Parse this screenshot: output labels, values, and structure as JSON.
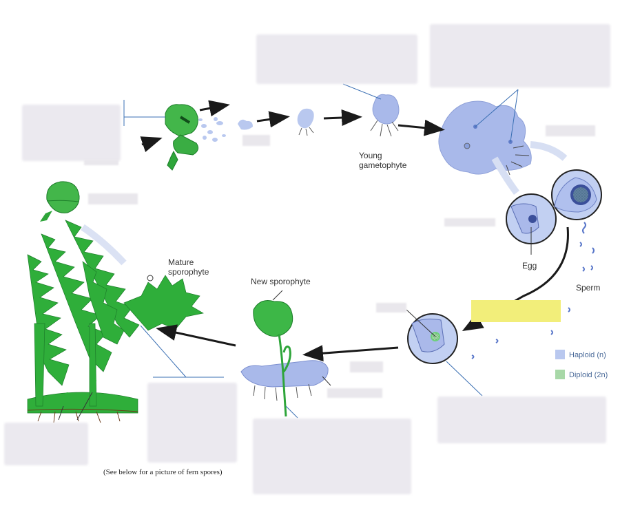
{
  "labels": {
    "young_gametophyte": "Young\ngametophyte",
    "mature_sporophyte": "Mature\nsporophyte",
    "new_sporophyte": "New sporophyte",
    "egg": "Egg",
    "sperm": "Sperm"
  },
  "legend": {
    "haploid": "Haploid (n)",
    "diploid": "Diploid (2n)",
    "haploid_color": "#b9c8ef",
    "diploid_color": "#7fc98a"
  },
  "note": "(See below for a picture of fern spores)",
  "colors": {
    "plant_green": "#2fae3a",
    "gametophyte_blue": "#a9b9ea",
    "arrow": "#1a1a1a",
    "highlight": "#f2ee7a"
  }
}
